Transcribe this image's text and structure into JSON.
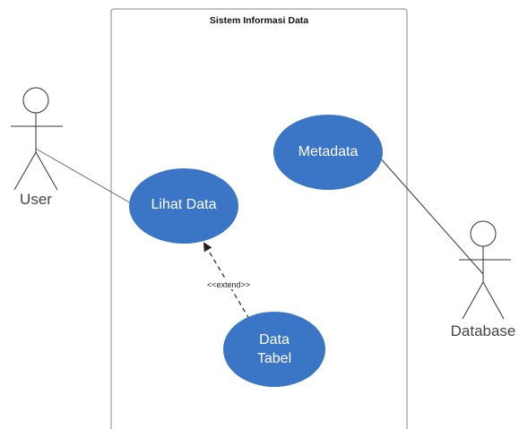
{
  "diagram": {
    "type": "use-case",
    "system": {
      "title": "Sistem Informasi Data"
    },
    "actors": [
      {
        "id": "user",
        "label": "User"
      },
      {
        "id": "database",
        "label": "Database"
      }
    ],
    "use_cases": [
      {
        "id": "metadata",
        "label": "Metadata"
      },
      {
        "id": "lihat-data",
        "label": "Lihat Data"
      },
      {
        "id": "data-tabel",
        "line1": "Data",
        "line2": "Tabel"
      }
    ],
    "relations": [
      {
        "from": "user",
        "to": "lihat-data",
        "kind": "association"
      },
      {
        "from": "database",
        "to": "metadata",
        "kind": "association"
      },
      {
        "from": "data-tabel",
        "to": "lihat-data",
        "kind": "extend",
        "label": "<<extend>>"
      }
    ],
    "colors": {
      "use_case_fill": "#3a75c6",
      "boundary_stroke": "#8a8a8a",
      "line": "#555555",
      "actor_stroke": "#333333"
    }
  }
}
